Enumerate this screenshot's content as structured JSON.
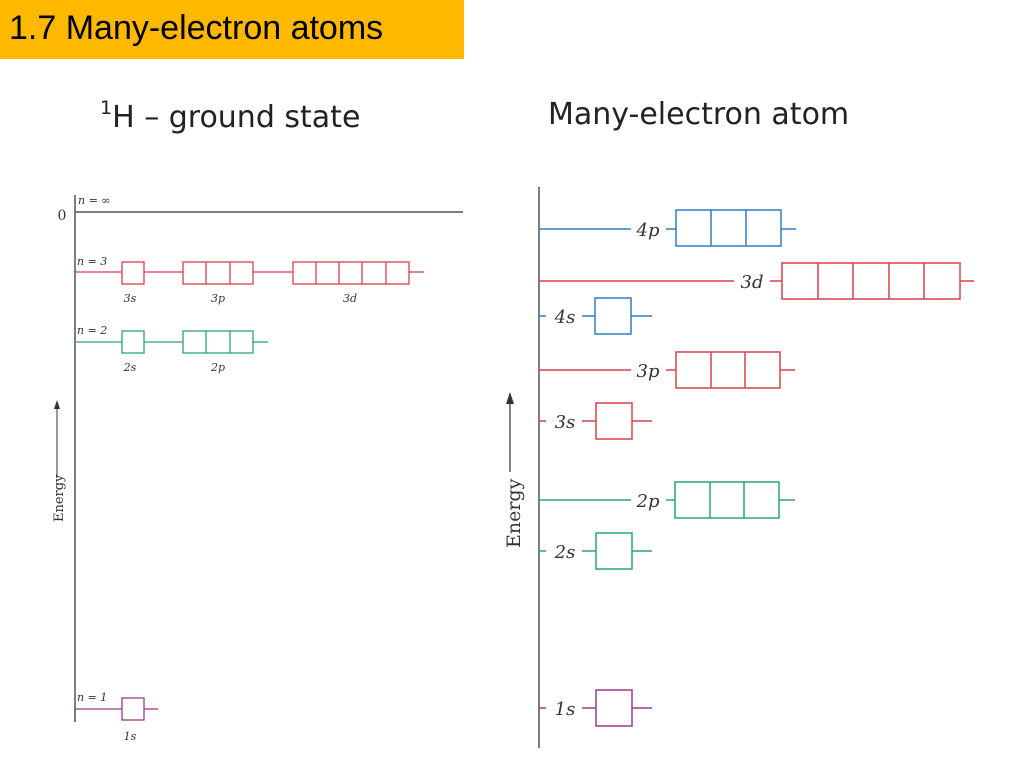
{
  "header": {
    "title": "1.7 Many-electron atoms"
  },
  "left_panel": {
    "heading_sup": "1",
    "heading_text": "H – ground state",
    "zero_label": "0",
    "energy_label": "Energy",
    "levels": [
      {
        "n_label": "n = ∞",
        "orbitals": []
      },
      {
        "n_label": "n = 3",
        "orbitals": [
          "3s",
          "3p",
          "3d"
        ]
      },
      {
        "n_label": "n = 2",
        "orbitals": [
          "2s",
          "2p"
        ]
      },
      {
        "n_label": "n = 1",
        "orbitals": [
          "1s"
        ]
      }
    ]
  },
  "right_panel": {
    "heading": "Many-electron atom",
    "energy_label": "Energy",
    "orbitals": [
      "4p",
      "3d",
      "4s",
      "3p",
      "3s",
      "2p",
      "2s",
      "1s"
    ]
  },
  "colors": {
    "title_bg": "#ffb800",
    "n1": "#9b3c8c",
    "n2": "#2aa86c",
    "n3": "#d6404e",
    "n4": "#2f7fc1",
    "axis": "#555555"
  }
}
